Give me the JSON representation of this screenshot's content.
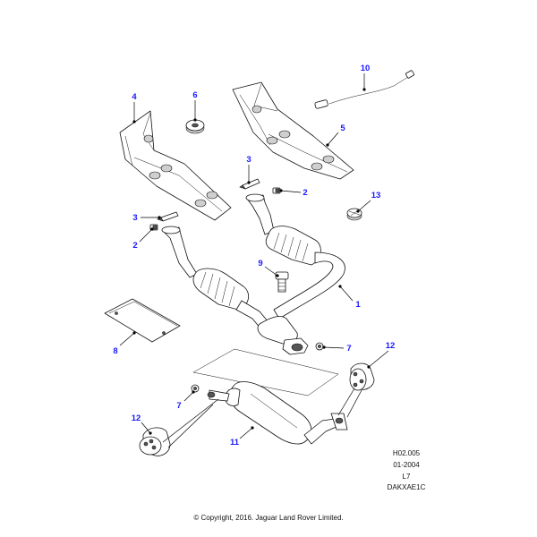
{
  "callouts": {
    "c1": "1",
    "c2a": "2",
    "c2b": "2",
    "c3a": "3",
    "c3b": "3",
    "c4": "4",
    "c5": "5",
    "c6": "6",
    "c7a": "7",
    "c7b": "7",
    "c8": "8",
    "c9": "9",
    "c10": "10",
    "c11": "11",
    "c12a": "12",
    "c12b": "12",
    "c13": "13"
  },
  "reference": {
    "code": "H02.005",
    "date": "01-2004",
    "level": "L7",
    "part_ref": "DAKXAE1C"
  },
  "copyright": "© Copyright, 2016. Jaguar Land Rover Limited.",
  "colors": {
    "callout": "#1a1aff",
    "line": "#111111"
  }
}
